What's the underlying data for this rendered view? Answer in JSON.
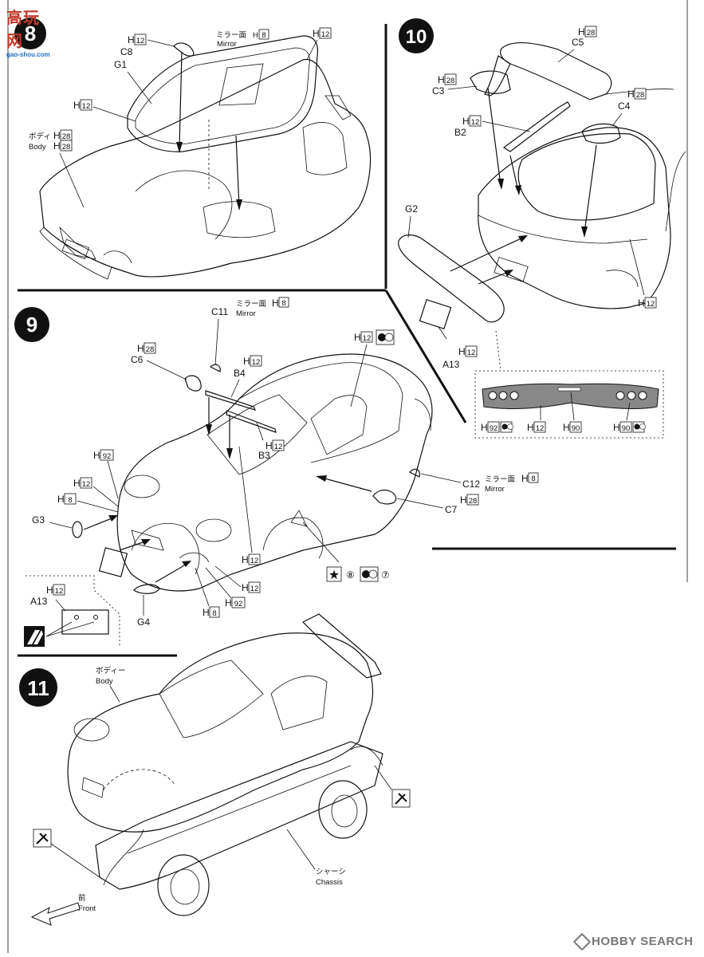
{
  "watermark_top": {
    "logo": "高玩网",
    "url": "gao-shou.com"
  },
  "watermark_bottom": {
    "text": "HOBBY SEARCH"
  },
  "steps": [
    {
      "number": "8",
      "labels": {
        "c8_code": "C8",
        "g1_code": "G1",
        "mirror_jp": "ミラー面",
        "mirror_en": "Mirror",
        "mirror_color": "8",
        "c8_color": "12",
        "g1_color": "12",
        "roof_color": "12",
        "body_jp": "ボディ",
        "body_en": "Body",
        "body_color1": "28",
        "body_color2": "28"
      }
    },
    {
      "number": "9",
      "labels": {
        "c11_code": "C11",
        "c11_mirror_jp": "ミラー面",
        "c11_mirror_en": "Mirror",
        "c11_mirror_color": "8",
        "c6_code": "C6",
        "c6_color": "28",
        "b4_code": "B4",
        "b4_color": "12",
        "b3_code": "B3",
        "b3_color": "12",
        "top_right_color": "12",
        "h92_left": "92",
        "h12_left": "12",
        "h8_left": "8",
        "g3_code": "G3",
        "g4_code": "G4",
        "a13_code": "A13",
        "a13_color": "12",
        "c12_code": "C12",
        "c12_mirror_jp": "ミラー面",
        "c12_mirror_en": "Mirror",
        "c12_mirror_color": "8",
        "c7_code": "C7",
        "c7_color": "28",
        "mid_color": "12",
        "low_color": "12",
        "bottom_h8": "8",
        "bottom_h92": "92",
        "decal_star": "⑧",
        "decal_circle": "⑦"
      }
    },
    {
      "number": "10",
      "labels": {
        "c5_code": "C5",
        "c5_color": "28",
        "c3_code": "C3",
        "c3_color": "28",
        "c4_code": "C4",
        "c4_color": "28",
        "b2_code": "B2",
        "b2_color": "12",
        "g2_code": "G2",
        "a13_code": "A13",
        "a13_color": "12",
        "body_color": "12",
        "detail_left": "92",
        "detail_mid1": "12",
        "detail_mid2": "90",
        "detail_right": "90"
      }
    },
    {
      "number": "11",
      "labels": {
        "body_jp": "ボディー",
        "body_en": "Body",
        "chassis_jp": "シャーシ",
        "chassis_en": "Chassis",
        "front_jp": "前",
        "front_en": "Front"
      }
    }
  ],
  "color_prefix": "H"
}
